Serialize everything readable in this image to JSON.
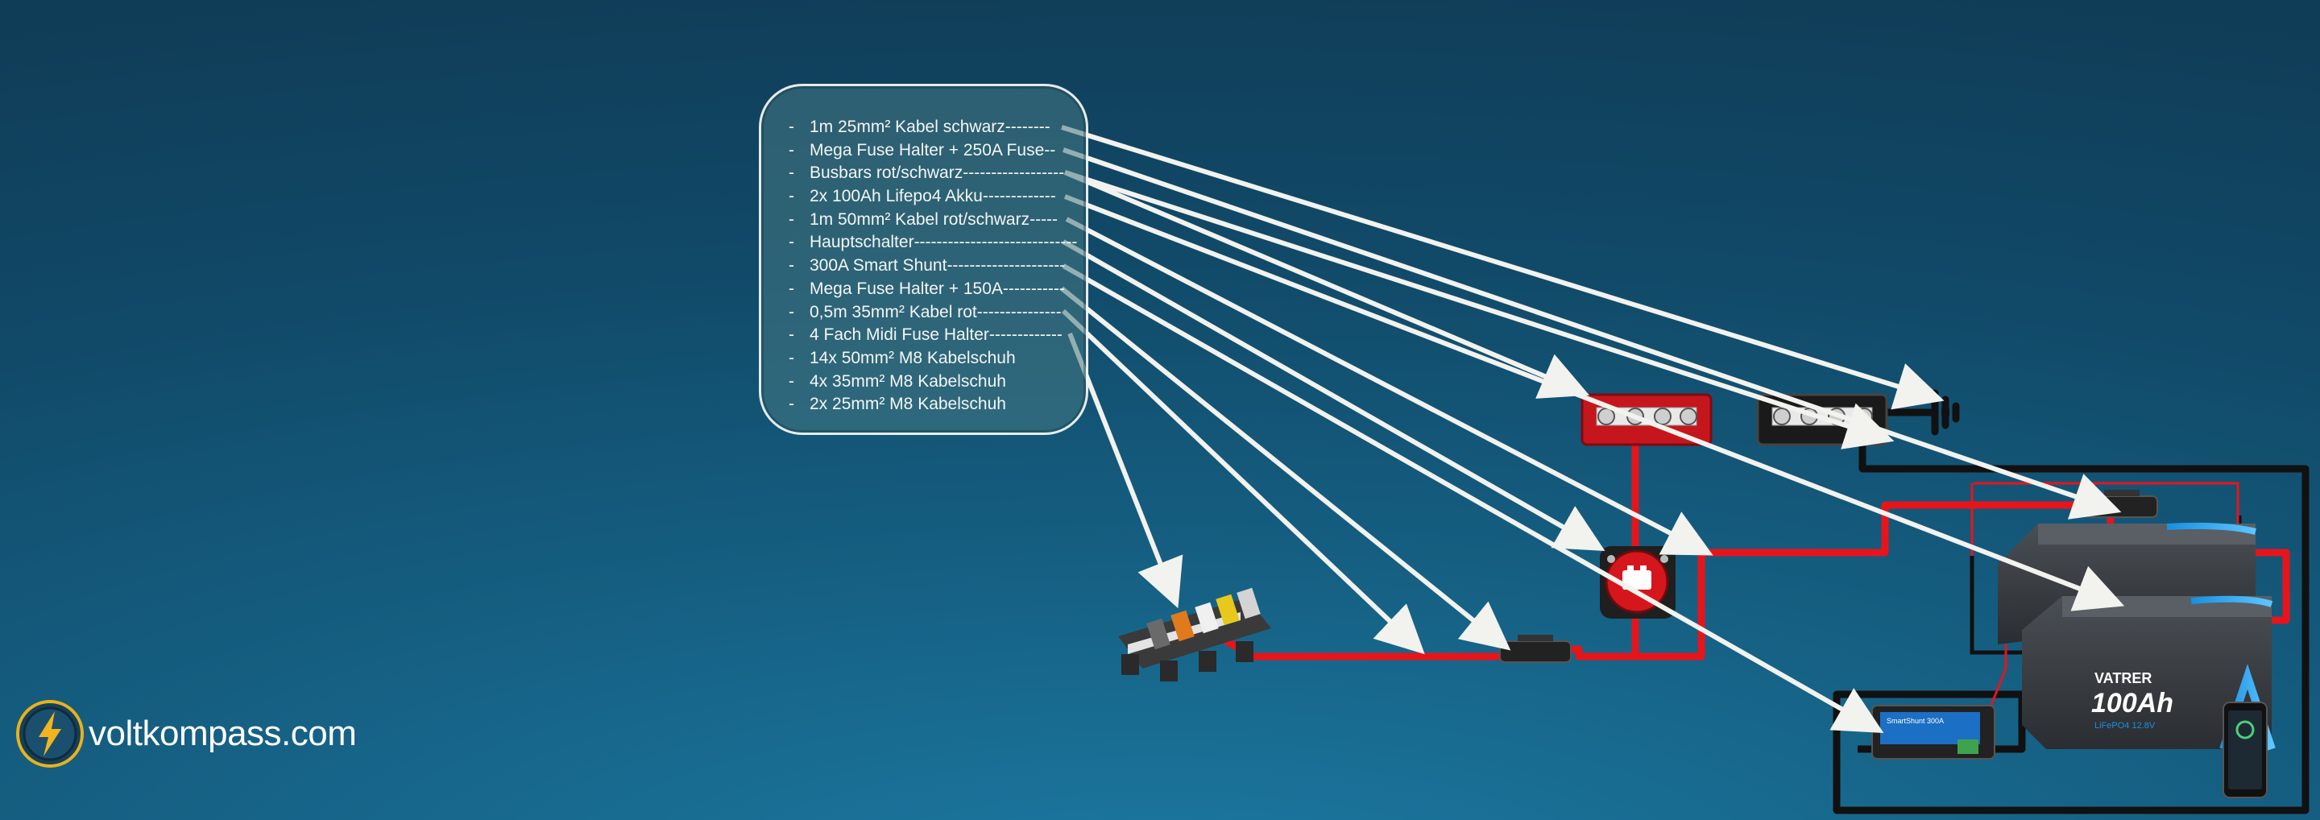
{
  "parts_list": {
    "items": [
      "1m 25mm² Kabel schwarz--------",
      "Mega Fuse Halter + 250A Fuse--",
      "Busbars rot/schwarz------------------",
      "2x 100Ah Lifepo4 Akku-------------",
      "1m 50mm² Kabel rot/schwarz-----",
      "Hauptschalter-----------------------------",
      "300A Smart Shunt---------------------",
      "Mega Fuse Halter + 150A-----------",
      "0,5m 35mm² Kabel rot---------------",
      "4 Fach Midi Fuse Halter-------------",
      "14x 50mm² M8 Kabelschuh",
      "4x 35mm² M8 Kabelschuh",
      "2x 25mm² M8 Kabelschuh"
    ]
  },
  "components": {
    "battery_label_brand": "VATRER",
    "battery_label_capacity": "100Ah",
    "battery_label_type": "LiFePO4  12.8V",
    "shunt_label": "SmartShunt 300A"
  },
  "logo": {
    "text": "voltkompass.com"
  },
  "colors": {
    "positive_cable": "#e8141b",
    "negative_cable": "#111111",
    "pointer_arrow": "#f2f2ee",
    "background_top": "#0f3b55",
    "background_bottom": "#1c7aa3"
  },
  "icons": {
    "logo": "lightning-bolt-icon",
    "ground": "ground-symbol-icon",
    "main_switch": "battery-switch-icon"
  }
}
